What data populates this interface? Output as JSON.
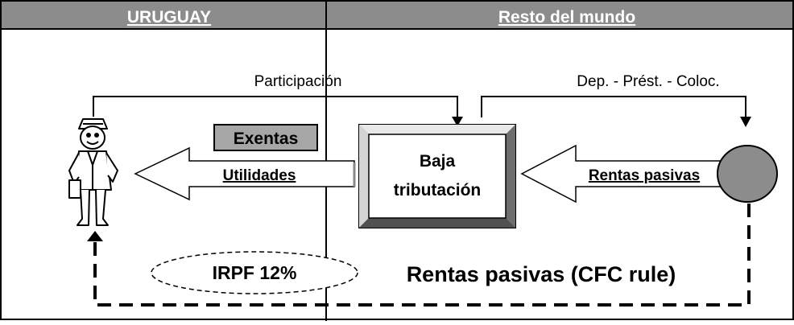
{
  "header": {
    "left_title": "URUGUAY",
    "right_title": "Resto del mundo"
  },
  "labels": {
    "participacion": "Participación",
    "depositos": "Dep. - Prést. - Coloc.",
    "exentas": "Exentas",
    "utilidades": "Utilidades",
    "baja_line1": "Baja",
    "baja_line2": "tributación",
    "rentas_pasivas_arrow": "Rentas pasivas",
    "irpf": "IRPF 12%",
    "cfc_rule": "Rentas pasivas (CFC rule)"
  },
  "colors": {
    "header_bg": "#8c8c8c",
    "exentas_bg": "#a6a6a6",
    "circle_fill": "#8c8c8c",
    "line": "#000000"
  },
  "icons": {
    "person": "businessman-figure",
    "entity": "grey-circle"
  }
}
